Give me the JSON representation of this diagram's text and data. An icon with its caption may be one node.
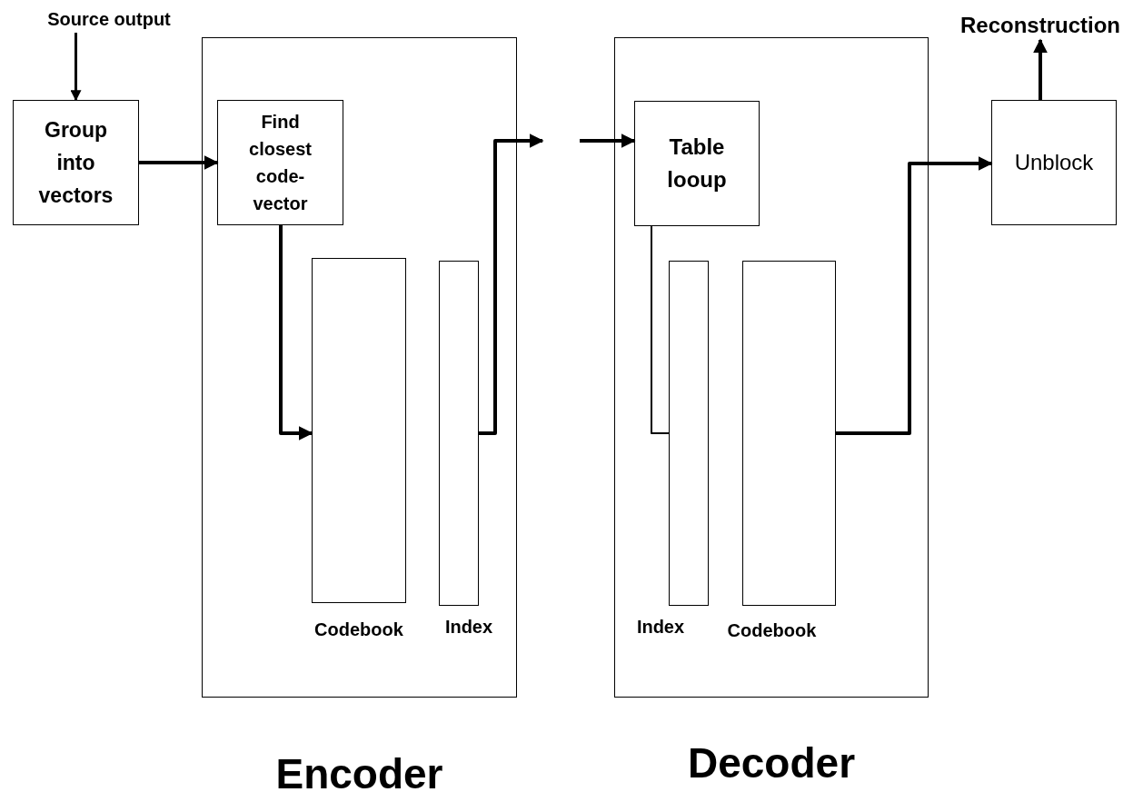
{
  "diagram": {
    "nodes": [
      {
        "text": [
          "Encoder"
        ]
      },
      {
        "text": [
          "Decoder"
        ]
      },
      {
        "text": [
          "Group into vectors"
        ]
      },
      {
        "text": [
          "Find closest code-vector"
        ],
        "in": 0
      },
      {
        "text": [
          "Codebook"
        ],
        "in": 0
      },
      {
        "text": [
          "Index"
        ],
        "in": 0
      },
      {
        "text": [
          "Table looup"
        ],
        "in": 1
      },
      {
        "text": [
          "Index"
        ],
        "in": 1
      },
      {
        "text": [
          "Codebook"
        ],
        "in": 1
      },
      {
        "text": [
          "Unblock"
        ]
      },
      {
        "text": [
          "Source output"
        ]
      },
      {
        "text": [
          "Reconstruction"
        ]
      }
    ],
    "edges": [
      {
        "from": 10,
        "to": 2,
        "arrow": "to"
      },
      {
        "from": 2,
        "to": 3,
        "arrow": "to"
      },
      {
        "from": 3,
        "to": 4,
        "arrow": "to"
      },
      {
        "from": 5,
        "to": null,
        "arrow": "to"
      },
      {
        "from": null,
        "to": 6,
        "arrow": "to"
      },
      {
        "from": 6,
        "to": 7,
        "arrow": "none"
      },
      {
        "from": 8,
        "to": 9,
        "arrow": "to"
      },
      {
        "from": 9,
        "to": 11,
        "arrow": "to"
      }
    ]
  }
}
